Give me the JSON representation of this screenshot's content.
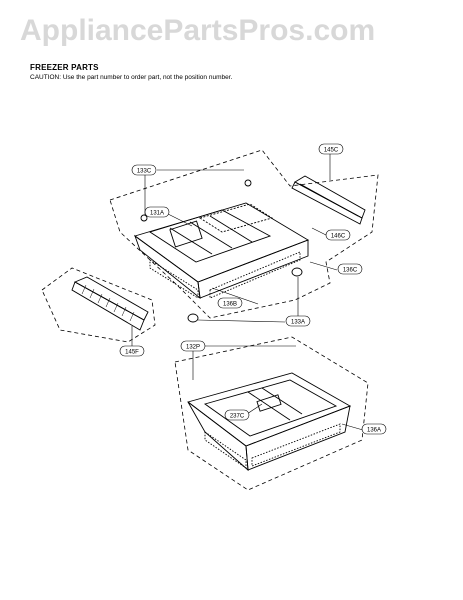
{
  "watermark": "AppliancePartsPros.com",
  "header": {
    "title": "FREEZER PARTS",
    "caution": "CAUTION: Use the part number to order part, not the position number."
  },
  "callouts": {
    "c133C": "133C",
    "c131A": "131A",
    "c145C": "145C",
    "c146C": "146C",
    "c136C": "136C",
    "c136B": "136B",
    "c133A": "133A",
    "c145F": "145F",
    "c132P": "132P",
    "c237C": "237C",
    "c136A": "136A"
  },
  "colors": {
    "line": "#000000",
    "watermark": "#d8d8d8",
    "background": "#ffffff"
  }
}
